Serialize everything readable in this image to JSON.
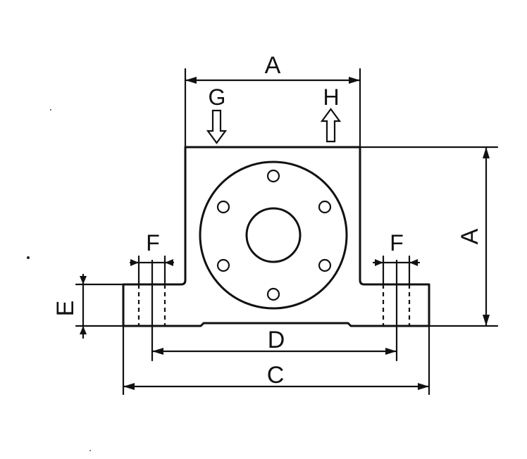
{
  "labels": {
    "top_width": "A",
    "right_height": "A",
    "inlet": "G",
    "outlet": "H",
    "left_hole_dia": "F",
    "right_hole_dia": "F",
    "base_height": "E",
    "hole_spacing": "D",
    "base_width": "C"
  },
  "colors": {
    "line": "#111111",
    "background": "#ffffff"
  },
  "icons": {
    "inlet": "down-arrow-icon",
    "outlet": "up-arrow-icon"
  }
}
